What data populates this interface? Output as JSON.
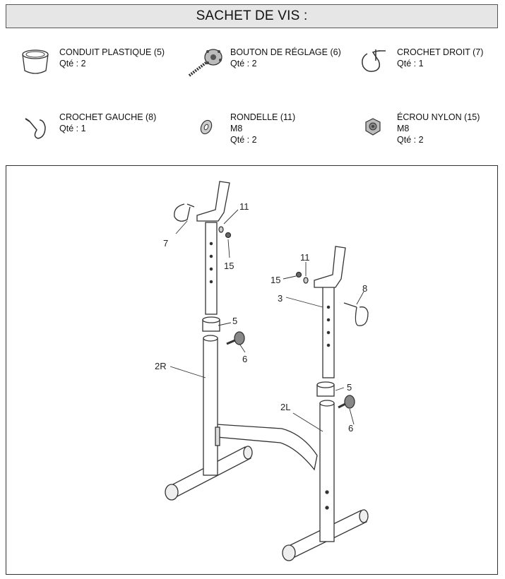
{
  "header": {
    "title": "SACHET DE VIS :"
  },
  "parts": [
    {
      "icon": "plastic-sleeve-icon",
      "name": "CONDUIT PLASTIQUE (5)",
      "lines": [
        "Qté : 2"
      ]
    },
    {
      "icon": "adjustment-knob-icon",
      "name": "BOUTON DE RÉGLAGE (6)",
      "lines": [
        "Qté : 2"
      ]
    },
    {
      "icon": "right-hook-icon",
      "name": "CROCHET DROIT  (7)",
      "lines": [
        "Qté : 1"
      ]
    },
    {
      "icon": "left-hook-icon",
      "name": "CROCHET GAUCHE  (8)",
      "lines": [
        "Qté : 1"
      ]
    },
    {
      "icon": "washer-icon",
      "name": "RONDELLE (11)",
      "lines": [
        "M8",
        "Qté : 2"
      ]
    },
    {
      "icon": "nylon-nut-icon",
      "name": "ÉCROU NYLON (15)",
      "lines": [
        "M8",
        "Qté : 2"
      ]
    }
  ],
  "diagram": {
    "labels": {
      "r_hook": "7",
      "r_washer": "11",
      "r_nut": "15",
      "r_sleeve": "5",
      "r_knob": "6",
      "r_upright": "2R",
      "l_washer": "11",
      "l_nut": "15",
      "l_post": "3",
      "l_hook": "8",
      "l_sleeve": "5",
      "l_upright": "2L",
      "l_knob": "6"
    }
  }
}
